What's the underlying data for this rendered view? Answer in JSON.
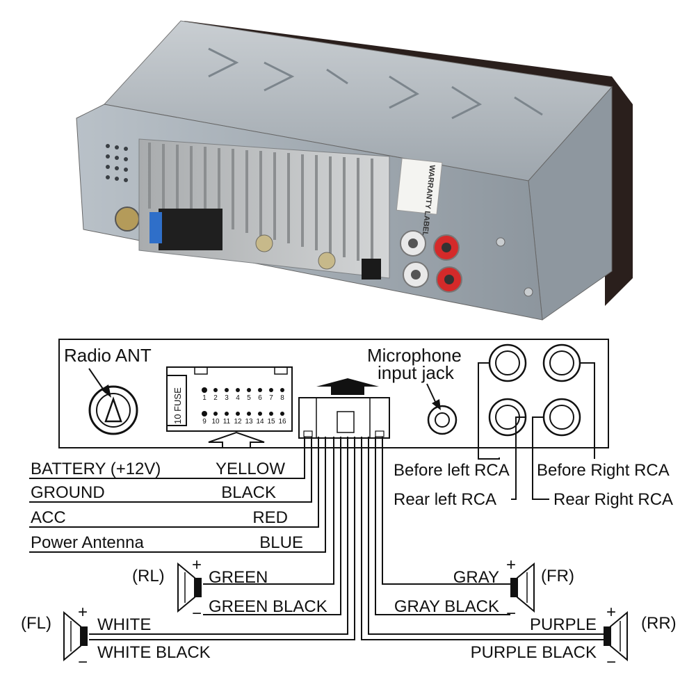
{
  "photo": {
    "warranty_label": "WARRANTY LABEL"
  },
  "panel": {
    "radio_ant": "Radio ANT",
    "mic_line1": "Microphone",
    "mic_line2": "input jack",
    "fuse_label": "10 FUSE",
    "pins_top": [
      "1",
      "2",
      "3",
      "4",
      "5",
      "6",
      "7",
      "8"
    ],
    "pins_bottom": [
      "9",
      "10",
      "11",
      "12",
      "13",
      "14",
      "15",
      "16"
    ]
  },
  "rca": {
    "before_left": "Before left RCA",
    "rear_left": "Rear left RCA",
    "before_right": "Before Right RCA",
    "rear_right": "Rear Right RCA"
  },
  "power_wires": [
    {
      "name": "BATTERY (+12V)",
      "color": "YELLOW"
    },
    {
      "name": "GROUND",
      "color": "BLACK"
    },
    {
      "name": "ACC",
      "color": "RED"
    },
    {
      "name": "Power Antenna",
      "color": "BLUE"
    }
  ],
  "speakers": {
    "rl": {
      "tag": "(RL)",
      "pos": "GREEN",
      "neg": "GREEN BLACK"
    },
    "fl": {
      "tag": "(FL)",
      "pos": "WHITE",
      "neg": "WHITE BLACK"
    },
    "fr": {
      "tag": "(FR)",
      "pos": "GRAY",
      "neg": "GRAY BLACK"
    },
    "rr": {
      "tag": "(RR)",
      "pos": "PURPLE",
      "neg": "PURPLE BLACK"
    },
    "plus": "+",
    "minus": "−"
  }
}
